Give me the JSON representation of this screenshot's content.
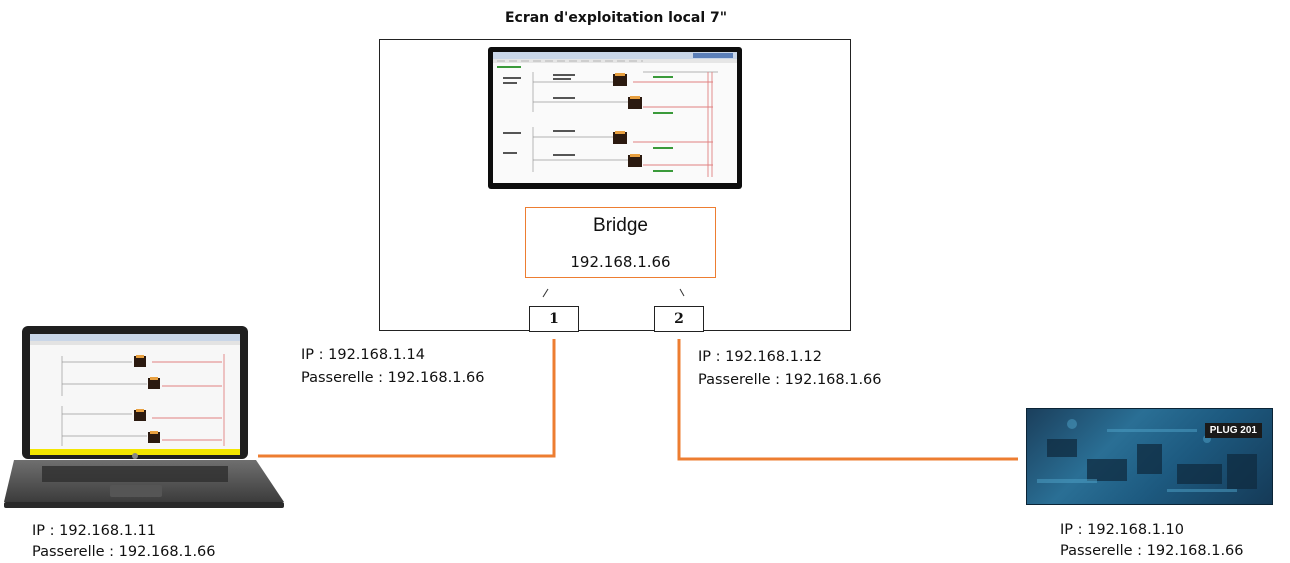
{
  "title": "Ecran d'exploitation local 7\"",
  "bridge": {
    "name": "Bridge",
    "ip": "192.168.1.66"
  },
  "ports": {
    "port1": "1",
    "port2": "2"
  },
  "links": {
    "port1": {
      "ip": "IP : 192.168.1.14",
      "gateway": "Passerelle : 192.168.1.66"
    },
    "port2": {
      "ip": "IP : 192.168.1.12",
      "gateway": "Passerelle : 192.168.1.66"
    }
  },
  "devices": {
    "laptop": {
      "ip": "IP : 192.168.1.11",
      "gateway": "Passerelle : 192.168.1.66"
    },
    "plc": {
      "badge": "PLUG 201",
      "ip": "IP : 192.168.1.10",
      "gateway": "Passerelle : 192.168.1.66"
    }
  },
  "colors": {
    "wire": "#ed7d31",
    "bridge_border": "#ed7d31",
    "plc_body": "#2a6f95"
  }
}
